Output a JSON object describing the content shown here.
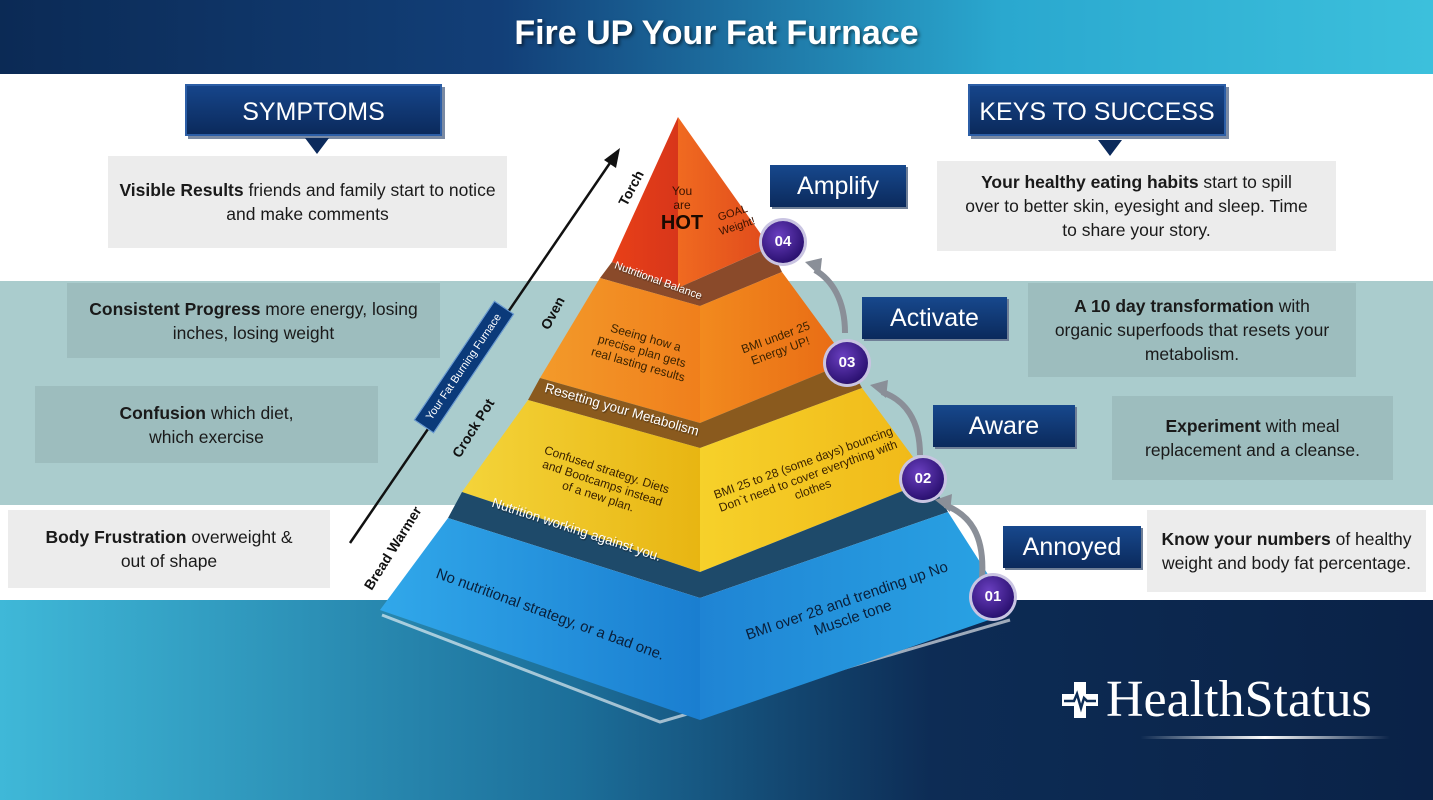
{
  "title": "Fire UP Your Fat Furnace",
  "headers": {
    "symptoms": "SYMPTOMS",
    "keys": "KEYS TO SUCCESS"
  },
  "symptoms": [
    {
      "bold": "Visible Results",
      "rest": " friends and family start to notice and make comments"
    },
    {
      "bold": "Consistent Progress",
      "rest": " more energy, losing inches, losing weight"
    },
    {
      "bold": "Confusion",
      "rest": " which diet, which exercise"
    },
    {
      "bold": "Body Frustration",
      "rest": " overweight & out of shape"
    }
  ],
  "keys": [
    {
      "bold": "Your healthy eating habits",
      "rest": " start to spill over to better skin, eyesight and sleep. Time to share your story."
    },
    {
      "bold": "A 10 day transformation",
      "rest": " with organic superfoods that resets your metabolism."
    },
    {
      "bold": "Experiment",
      "rest": " with meal replacement and a cleanse."
    },
    {
      "bold": "Know your numbers",
      "rest": " of healthy weight and body fat percentage."
    }
  ],
  "stages": [
    {
      "num": "04",
      "label": "Amplify"
    },
    {
      "num": "03",
      "label": "Activate"
    },
    {
      "num": "02",
      "label": "Aware"
    },
    {
      "num": "01",
      "label": "Annoyed"
    }
  ],
  "levels": {
    "torch": "Torch",
    "oven": "Oven",
    "crock_pot": "Crock Pot",
    "bread_warmer": "Bread Warmer"
  },
  "arrow_label": "Your Fat Burning Furnace",
  "pyramid": {
    "top": {
      "left_you": "You",
      "left_are": "are",
      "left_hot": "HOT",
      "right": "GOAL Weight!"
    },
    "band1": "Nutritional Balance",
    "tier2": {
      "left": "Seeing how a precise plan gets real lasting results",
      "right": "BMI under 25 Energy UP!"
    },
    "band2": "Resetting your Metabolism",
    "tier3": {
      "left": "Confused strategy. Diets and Bootcamps instead of a new plan.",
      "right": "BMI 25 to 28 (some days) bouncing Don`t need to cover everything with clothes"
    },
    "band3": "Nutrition working against you.",
    "tier4": {
      "left": "No nutritional strategy, or a bad one.",
      "right": "BMI over 28 and trending up No Muscle tone"
    }
  },
  "logo": "HealthStatus",
  "colors": {
    "header_dark": "#0b2a55",
    "header_light": "#3cc0dc",
    "band_teal": "#aacccd",
    "torch_red": "#e8401c",
    "oven_orange": "#f08a1c",
    "crock_yellow": "#f0c21c",
    "warmer_blue": "#1f8fd8"
  }
}
